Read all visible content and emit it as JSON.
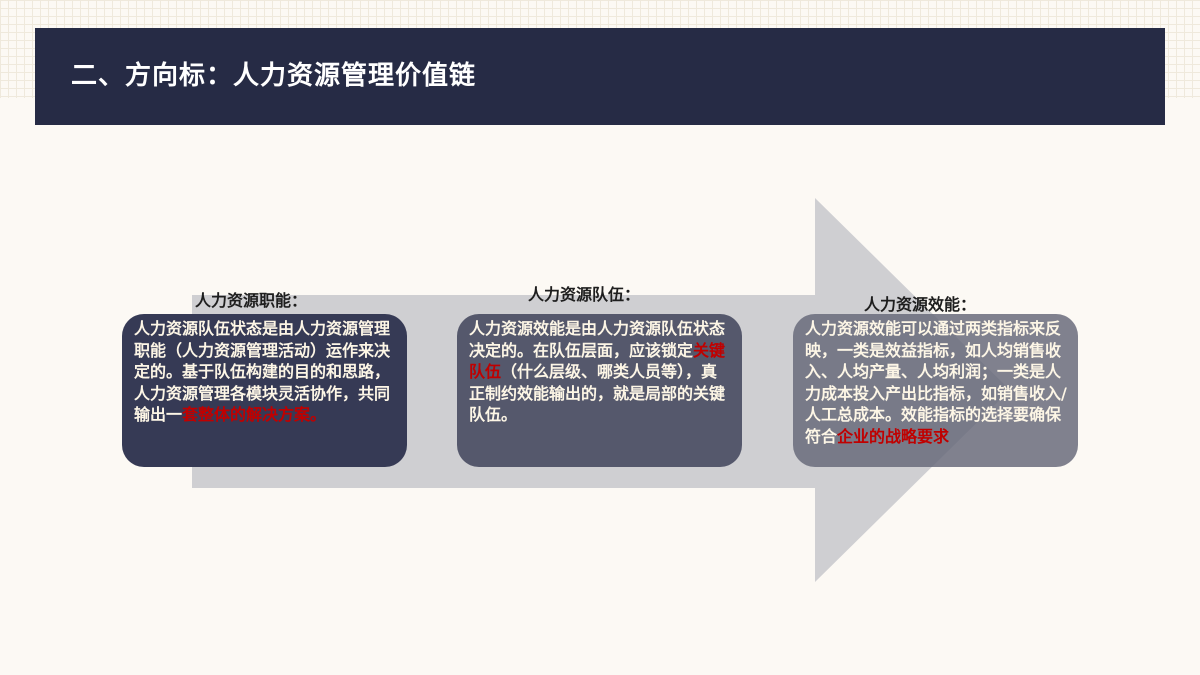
{
  "header": {
    "title": "二、方向标：人力资源管理价值链"
  },
  "colors": {
    "header_bg": "#262b45",
    "highlight": "#c00000",
    "arrow": "#cfcfd2"
  },
  "stages": [
    {
      "label": "人力资源职能：",
      "text_before": "人力资源队伍状态是由人力资源管理职能（人力资源管理活动）运作来决定的。基于队伍构建的目的和思路，人力资源管理各模块灵活协作，共同输出一",
      "highlight": "套整体的解决方案。",
      "text_after": ""
    },
    {
      "label": "人力资源队伍：",
      "text_before": "人力资源效能是由人力资源队伍状态决定的。在队伍层面，应该锁定",
      "highlight": "关键队伍",
      "text_after": "（什么层级、哪类人员等），真正制约效能输出的，就是局部的关键队伍。"
    },
    {
      "label": "人力资源效能：",
      "text_before": "人力资源效能可以通过两类指标来反映，一类是效益指标，如人均销售收入、人均产量、人均利润；一类是人力成本投入产出比指标，如销售收入/人工总成本。效能指标的选择要确保符合",
      "highlight": "企业的战略要求",
      "text_after": ""
    }
  ]
}
